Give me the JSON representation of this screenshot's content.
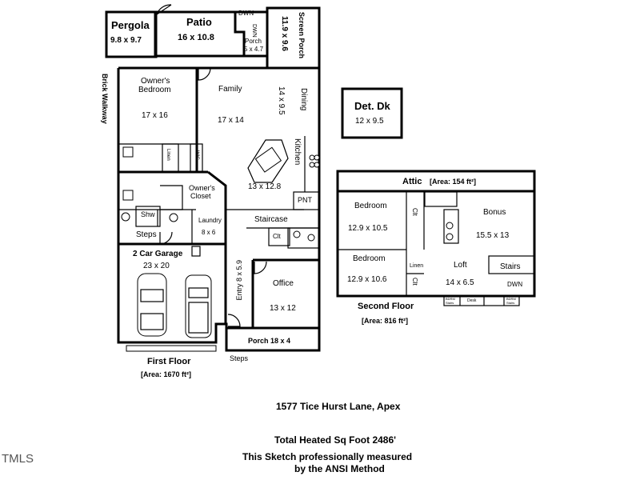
{
  "first_floor": {
    "title": "First Floor",
    "area": "[Area: 1670 ft²]",
    "rooms": {
      "pergola": {
        "name": "Pergola",
        "dim": "9.8 x 9.7"
      },
      "patio": {
        "name": "Patio",
        "dim": "16 x 10.8"
      },
      "dwn": "DWN",
      "dwn_vertical": "DWN",
      "porch_small": {
        "name": "Porch",
        "dim": "5 x 4.7"
      },
      "screen_porch": {
        "name": "Screen Porch",
        "dim": "11.9 x 9.6"
      },
      "brick_walkway": "Brick Walkway",
      "owners_bedroom": {
        "name": "Owner's",
        "name2": "Bedroom",
        "dim": "17 x 16"
      },
      "family": {
        "name": "Family",
        "dim": "17 x 14"
      },
      "dining": {
        "name": "Dining",
        "dim": "14 x 9.5"
      },
      "kitchen": {
        "name": "Kitchen",
        "dim": "13 x 12.8"
      },
      "linen": "Linen",
      "wic": "WIC",
      "owners_closet": {
        "name": "Owner's",
        "name2": "Closet"
      },
      "pnt": "PNT",
      "shw": "Shw",
      "laundry": {
        "name": "Laundry",
        "dim": "8 x 6"
      },
      "staircase": "Staircase",
      "clt": "Clt",
      "steps": "Steps",
      "garage": {
        "name": "2 Car Garage",
        "dim": "23 x 20"
      },
      "entry": "Entry 8 x 5.9",
      "office": {
        "name": "Office",
        "dim": "13 x 12"
      },
      "porch_front": "Porch 18 x 4",
      "steps_bottom": "Steps"
    }
  },
  "detached_deck": {
    "name": "Det. Dk",
    "dim": "12 x 9.5"
  },
  "second_floor": {
    "title": "Second Floor",
    "area": "[Area: 816 ft²]",
    "attic": "Attic",
    "attic_area": "[Area: 154 ft²]",
    "rooms": {
      "bedroom1": {
        "name": "Bedroom",
        "dim": "12.9 x 10.5"
      },
      "clt1": "Clt",
      "bonus": {
        "name": "Bonus",
        "dim": "15.5 x 13"
      },
      "bedroom2": {
        "name": "Bedroom",
        "dim": "12.9 x 10.6"
      },
      "linen": "Linen",
      "clt2": "Clt",
      "loft": {
        "name": "Loft",
        "dim": "14 x 6.5"
      },
      "stairs": "Stairs",
      "dwn": "DWN",
      "tiny1": "BDRM Stairs",
      "tiny2": "Desk",
      "tiny3": "BDRM Stairs"
    }
  },
  "footer": {
    "address": "1577 Tice Hurst Lane, Apex",
    "heated": "Total Heated Sq Foot 2486'",
    "line1": "This Sketch professionally measured",
    "line2": "by the ANSI Method",
    "logo": "TMLS"
  }
}
